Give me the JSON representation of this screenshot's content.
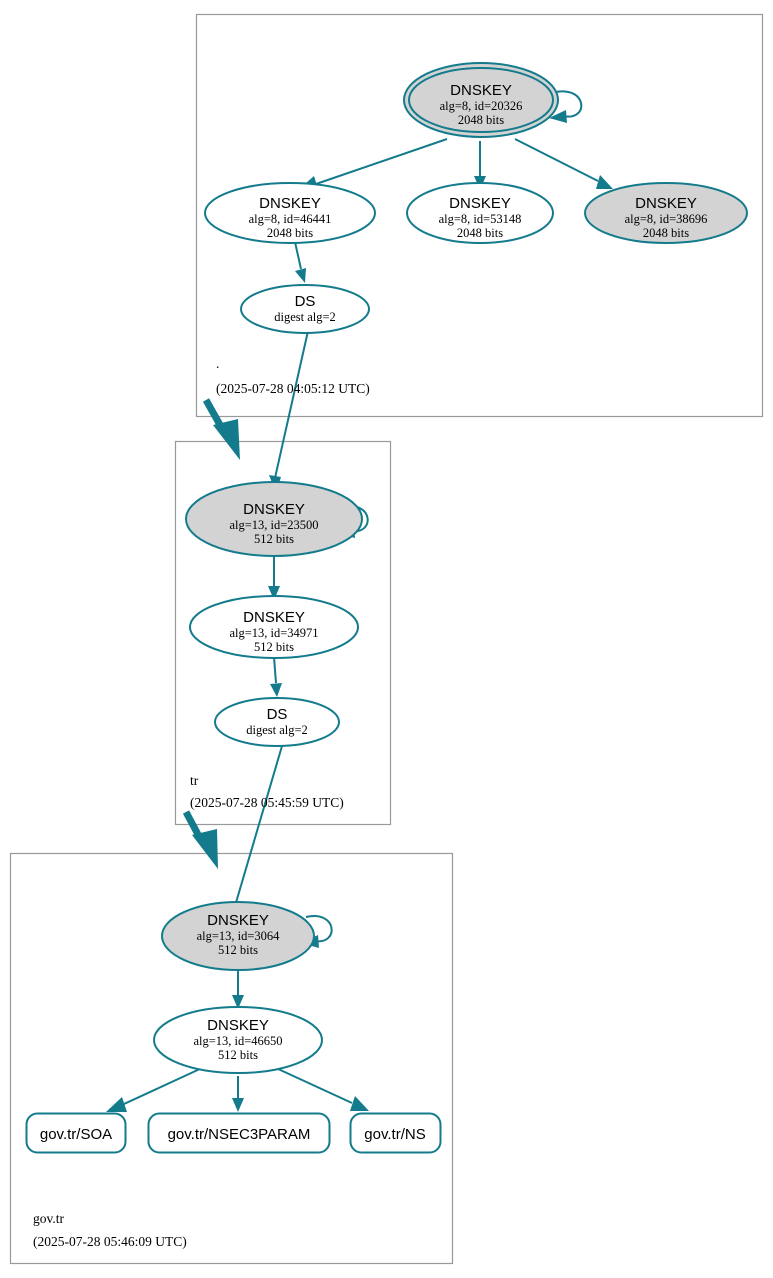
{
  "diagram": {
    "type": "dnssec-authentication-chain",
    "accent_color": "#137b8c",
    "zone_box_border": "#999999",
    "node_fill_secure": "#d3d3d3",
    "node_fill_plain": "#ffffff"
  },
  "zones": [
    {
      "id": "root",
      "name": ".",
      "timestamp": "(2025-07-28 04:05:12 UTC)",
      "nodes": [
        {
          "id": "root-ksk-20326",
          "kind": "DNSKEY",
          "title": "DNSKEY",
          "params": "alg=8, id=20326",
          "size": "2048 bits",
          "fill": "gray",
          "double_outline": true,
          "self_loop": true
        },
        {
          "id": "root-zsk-46441",
          "kind": "DNSKEY",
          "title": "DNSKEY",
          "params": "alg=8, id=46441",
          "size": "2048 bits",
          "fill": "white",
          "double_outline": false,
          "self_loop": false
        },
        {
          "id": "root-zsk-53148",
          "kind": "DNSKEY",
          "title": "DNSKEY",
          "params": "alg=8, id=53148",
          "size": "2048 bits",
          "fill": "white",
          "double_outline": false,
          "self_loop": false
        },
        {
          "id": "root-zsk-38696",
          "kind": "DNSKEY",
          "title": "DNSKEY",
          "params": "alg=8, id=38696",
          "size": "2048 bits",
          "fill": "gray",
          "double_outline": false,
          "self_loop": false
        },
        {
          "id": "root-ds",
          "kind": "DS",
          "title": "DS",
          "params": "digest alg=2",
          "size": "",
          "fill": "white",
          "double_outline": false,
          "self_loop": false
        }
      ]
    },
    {
      "id": "tr",
      "name": "tr",
      "timestamp": "(2025-07-28 05:45:59 UTC)",
      "nodes": [
        {
          "id": "tr-ksk-23500",
          "kind": "DNSKEY",
          "title": "DNSKEY",
          "params": "alg=13, id=23500",
          "size": "512 bits",
          "fill": "gray",
          "double_outline": false,
          "self_loop": true
        },
        {
          "id": "tr-zsk-34971",
          "kind": "DNSKEY",
          "title": "DNSKEY",
          "params": "alg=13, id=34971",
          "size": "512 bits",
          "fill": "white",
          "double_outline": false,
          "self_loop": false
        },
        {
          "id": "tr-ds",
          "kind": "DS",
          "title": "DS",
          "params": "digest alg=2",
          "size": "",
          "fill": "white",
          "double_outline": false,
          "self_loop": false
        }
      ]
    },
    {
      "id": "govtr",
      "name": "gov.tr",
      "timestamp": "(2025-07-28 05:46:09 UTC)",
      "nodes": [
        {
          "id": "govtr-ksk-3064",
          "kind": "DNSKEY",
          "title": "DNSKEY",
          "params": "alg=13, id=3064",
          "size": "512 bits",
          "fill": "gray",
          "double_outline": false,
          "self_loop": true
        },
        {
          "id": "govtr-zsk-46650",
          "kind": "DNSKEY",
          "title": "DNSKEY",
          "params": "alg=13, id=46650",
          "size": "512 bits",
          "fill": "white",
          "double_outline": false,
          "self_loop": false
        }
      ],
      "rrsets": [
        {
          "id": "rrset-soa",
          "label": "gov.tr/SOA"
        },
        {
          "id": "rrset-nsec3param",
          "label": "gov.tr/NSEC3PARAM"
        },
        {
          "id": "rrset-ns",
          "label": "gov.tr/NS"
        }
      ]
    }
  ]
}
